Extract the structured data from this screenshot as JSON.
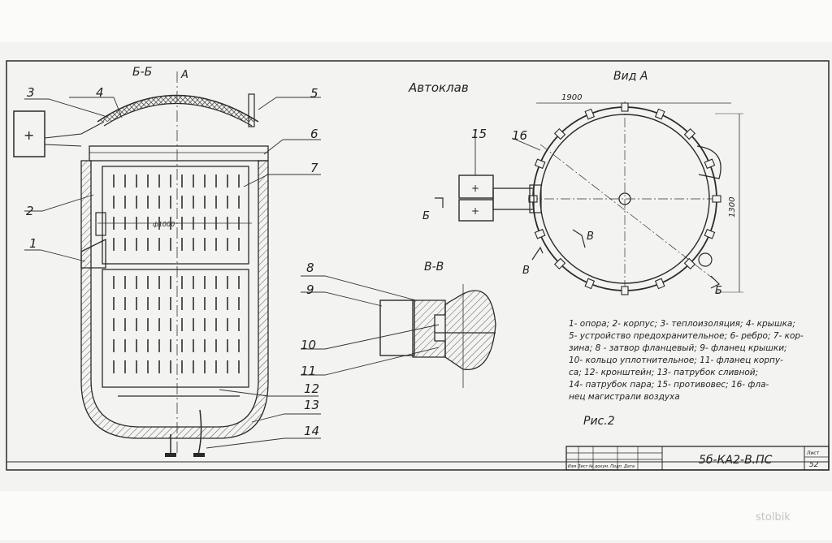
{
  "drawing": {
    "section_bb": "Б-Б",
    "mark_a": "А",
    "title": "Автоклав",
    "view_a": "Вид А",
    "section_vv": "В-В",
    "dim_width": "1900",
    "dim_height": "1300",
    "dim_diameter": "ф1000",
    "cut_b": "Б",
    "cut_v": "В",
    "figure": "Рис.2",
    "doc_code": "5б-КА2-В.ПС",
    "sheet_label": "Лист",
    "sheet_no": "52",
    "stamp_small": "Изм Лист № докум. Подп. Дата",
    "watermark": "stolbik",
    "plus_sign": "+"
  },
  "callouts": [
    "1",
    "2",
    "3",
    "4",
    "5",
    "6",
    "7",
    "8",
    "9",
    "10",
    "11",
    "12",
    "13",
    "14",
    "15",
    "16"
  ],
  "legend": [
    "1- опора; 2- корпус; 3- теплоизоляция; 4- крышка;",
    "5- устройство предохранительное; 6- ребро; 7- кор-",
    "зина; 8 - затвор фланцевый; 9- фланец крышки;",
    "10- кольцо уплотнительное; 11- фланец корпу-",
    "са; 12- кронштейн; 13- патрубок сливной;",
    "14- патрубок пара; 15- противовес; 16- фла-",
    "нец магистрали воздуха"
  ]
}
